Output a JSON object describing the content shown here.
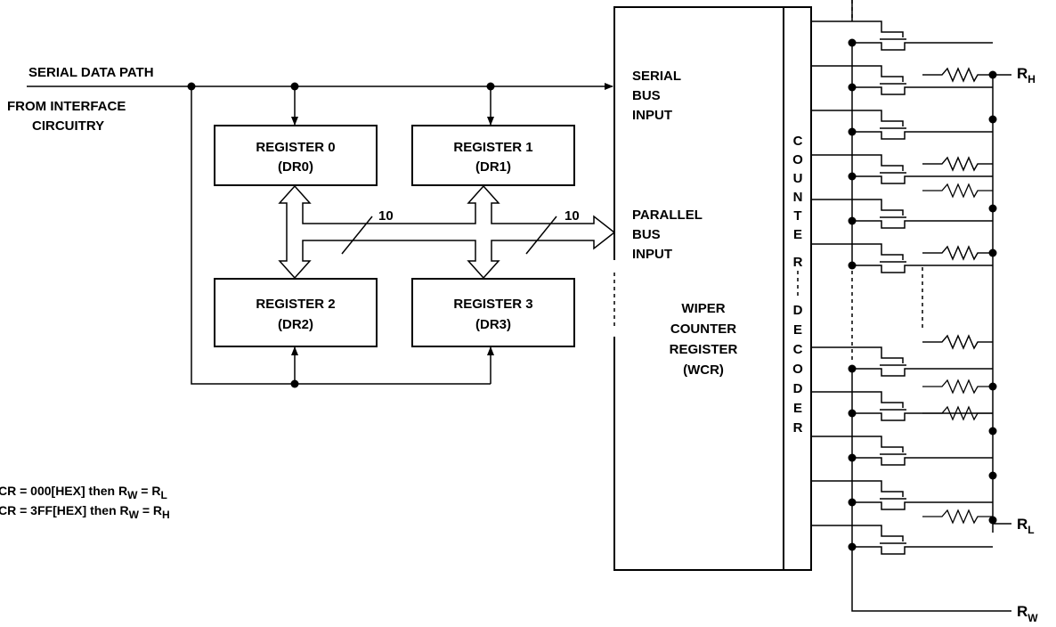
{
  "input": {
    "serial_data_path": "SERIAL DATA PATH",
    "from_interface_line1": "FROM INTERFACE",
    "from_interface_line2": "CIRCUITRY"
  },
  "registers": [
    {
      "name": "REGISTER 0",
      "code": "(DR0)"
    },
    {
      "name": "REGISTER 1",
      "code": "(DR1)"
    },
    {
      "name": "REGISTER 2",
      "code": "(DR2)"
    },
    {
      "name": "REGISTER 3",
      "code": "(DR3)"
    }
  ],
  "bus_width_label": "10",
  "wcr": {
    "serial_line1": "SERIAL",
    "serial_line2": "BUS",
    "serial_line3": "INPUT",
    "parallel_line1": "PARALLEL",
    "parallel_line2": "BUS",
    "parallel_line3": "INPUT",
    "name_line1": "WIPER",
    "name_line2": "COUNTER",
    "name_line3": "REGISTER",
    "name_line4": "(WCR)"
  },
  "decoder_letters": [
    "C",
    "O",
    "U",
    "N",
    "T",
    "E",
    "R",
    "D",
    "E",
    "C",
    "O",
    "D",
    "E",
    "R"
  ],
  "terminals": {
    "high": {
      "main": "R",
      "sub": "H"
    },
    "low": {
      "main": "R",
      "sub": "L"
    },
    "wiper": {
      "main": "R",
      "sub": "W"
    }
  },
  "notes": [
    {
      "text": "CR = 000[HEX] then R",
      "sub1": "W",
      "mid": " = R",
      "sub2": "L"
    },
    {
      "text": "CR = 3FF[HEX] then R",
      "sub1": "W",
      "mid": " = R",
      "sub2": "H"
    }
  ]
}
